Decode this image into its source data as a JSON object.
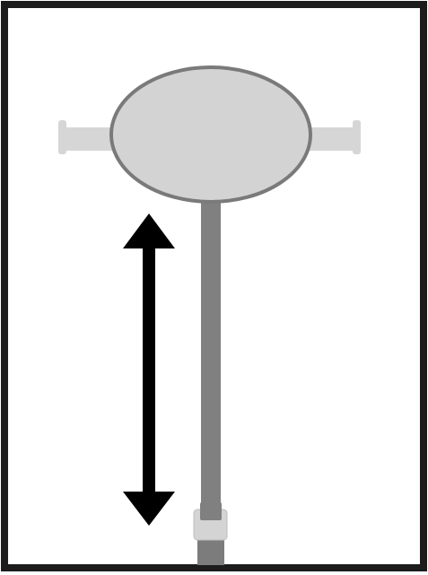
{
  "diagram": {
    "colors": {
      "frame": "#1c1c1c",
      "background": "#ffffff",
      "head_fill": "#d3d3d3",
      "head_stroke": "#7a7a7a",
      "handle_fill": "#d6d6d6",
      "shaft": "#808080",
      "base": "#7c7c7c",
      "clip": "#d4d4d4",
      "arrow": "#000000"
    },
    "parts": [
      "frame",
      "oval-head",
      "left-handle",
      "right-handle",
      "vertical-shaft",
      "shaft-clip",
      "shaft-base",
      "vertical-double-arrow"
    ]
  }
}
